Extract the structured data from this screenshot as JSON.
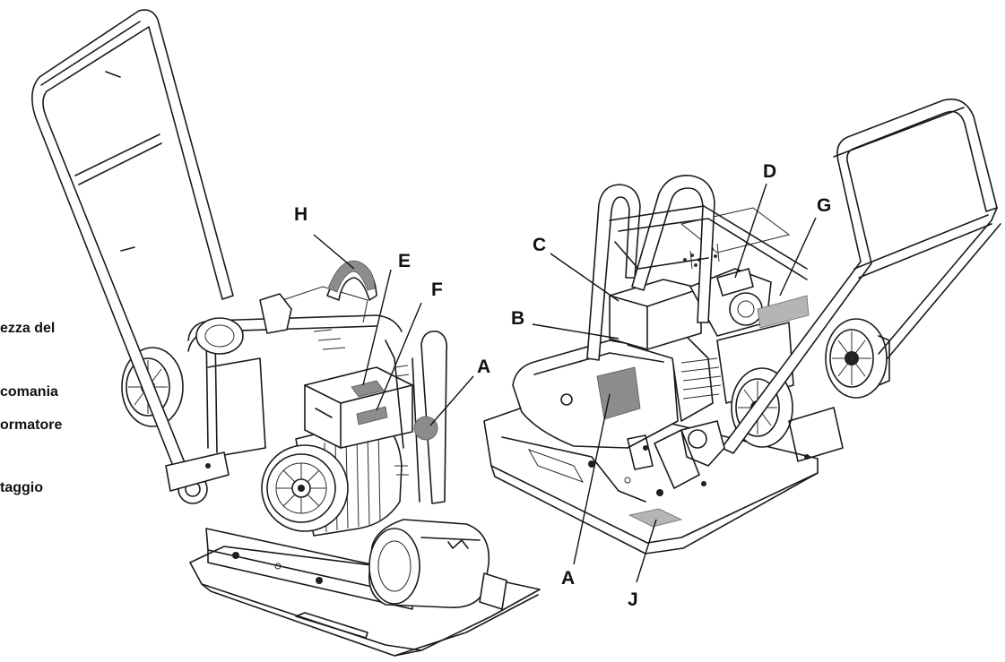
{
  "left_text": {
    "line1": "ezza del",
    "line2": "comania",
    "line3": "ormatore",
    "line4": "taggio"
  },
  "callouts": {
    "H": "H",
    "E": "E",
    "F": "F",
    "A_left": "A",
    "B": "B",
    "C": "C",
    "D": "D",
    "G": "G",
    "A_right": "A",
    "J": "J"
  }
}
